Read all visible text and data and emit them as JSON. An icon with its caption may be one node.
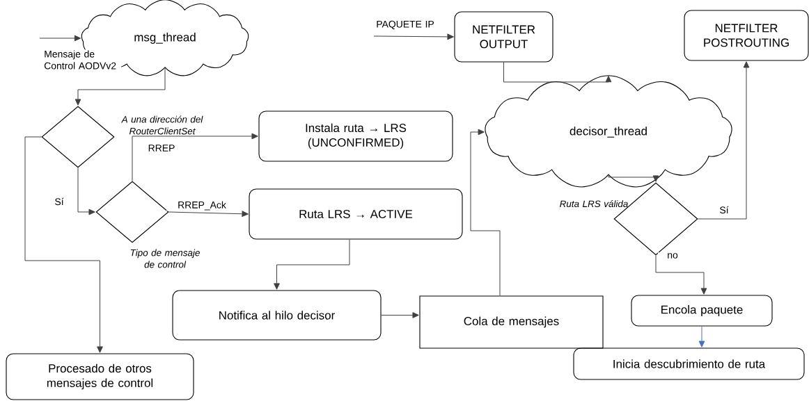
{
  "diagram": {
    "nodes": [
      {
        "text": [
          "msg_thread"
        ]
      },
      {
        "text": [],
        "shape": "diamond",
        "beside": [
          "A una dirección del RouterClientSet"
        ]
      },
      {
        "text": [],
        "shape": "diamond",
        "beside": [
          "Tipo de mensaje de control"
        ]
      },
      {
        "text": [
          "Instala ruta → LRS (UNCONFIRMED)"
        ]
      },
      {
        "text": [
          "Ruta LRS → ACTIVE"
        ]
      },
      {
        "text": [
          "Notifica al hilo decisor"
        ]
      },
      {
        "text": [
          "Cola de mensajes"
        ]
      },
      {
        "text": [
          "Procesado de otros mensajes de control"
        ]
      },
      {
        "text": [
          "NETFILTER OUTPUT"
        ]
      },
      {
        "text": [
          "NETFILTER POSTROUTING"
        ]
      },
      {
        "text": [
          "decisor_thread"
        ]
      },
      {
        "text": [],
        "shape": "diamond",
        "beside": [
          "Ruta LRS válida"
        ]
      },
      {
        "text": [
          "Encola paquete"
        ]
      },
      {
        "text": [
          "Inicia descubrimiento de ruta"
        ]
      }
    ],
    "edges": [
      {
        "from": null,
        "to": 0,
        "arrow": "to",
        "label": "Mensaje de Control AODVv2"
      },
      {
        "from": 0,
        "to": 1,
        "arrow": "to"
      },
      {
        "from": 1,
        "to": 2,
        "arrow": "to",
        "label": "Sí"
      },
      {
        "from": 1,
        "to": 7,
        "arrow": "to"
      },
      {
        "from": 2,
        "to": 3,
        "arrow": "to",
        "label": "RREP"
      },
      {
        "from": 2,
        "to": 4,
        "arrow": "to",
        "label": "RREP_Ack"
      },
      {
        "from": 4,
        "to": 5,
        "arrow": "to"
      },
      {
        "from": 5,
        "to": 6,
        "arrow": "to"
      },
      {
        "from": 6,
        "to": 10,
        "arrow": "to"
      },
      {
        "from": null,
        "to": 8,
        "arrow": "to",
        "label": "PAQUETE IP"
      },
      {
        "from": 8,
        "to": 10,
        "arrow": "to"
      },
      {
        "from": 10,
        "to": 11,
        "arrow": "to"
      },
      {
        "from": 11,
        "to": 9,
        "arrow": "to",
        "label": "Sí"
      },
      {
        "from": 11,
        "to": 12,
        "arrow": "to",
        "label": "no"
      },
      {
        "from": 12,
        "to": 13,
        "arrow": "to",
        "color": "#4472c4"
      }
    ]
  }
}
